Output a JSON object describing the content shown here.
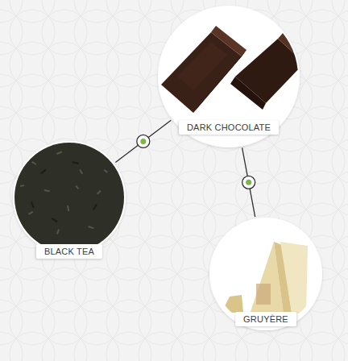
{
  "diagram": {
    "nodes": [
      {
        "text": [
          "DARK CHOCOLATE"
        ]
      },
      {
        "text": [
          "BLACK TEA"
        ]
      },
      {
        "text": [
          "GRUYÈRE"
        ]
      }
    ],
    "edges": [
      {
        "from": 0,
        "to": 1,
        "arrow": "none"
      },
      {
        "from": 0,
        "to": 2,
        "arrow": "none"
      }
    ]
  }
}
